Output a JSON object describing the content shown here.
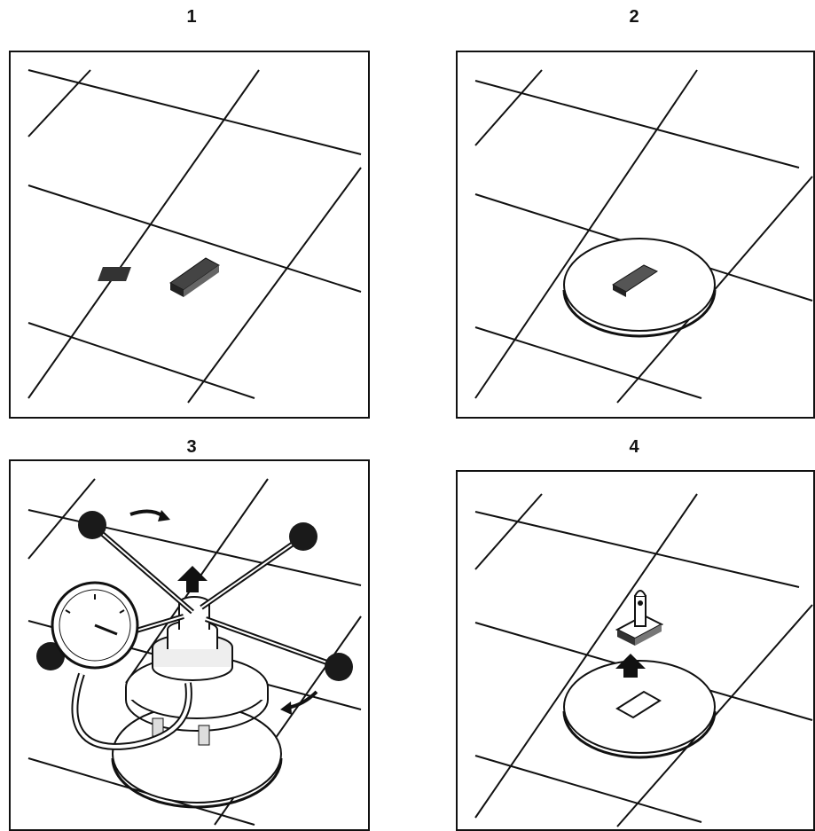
{
  "figure": {
    "steps": [
      {
        "number": "1"
      },
      {
        "number": "2"
      },
      {
        "number": "3"
      },
      {
        "number": "4"
      }
    ]
  },
  "colors": {
    "ink": "#111111",
    "paper": "#ffffff",
    "shade": "#2a2a2a"
  }
}
